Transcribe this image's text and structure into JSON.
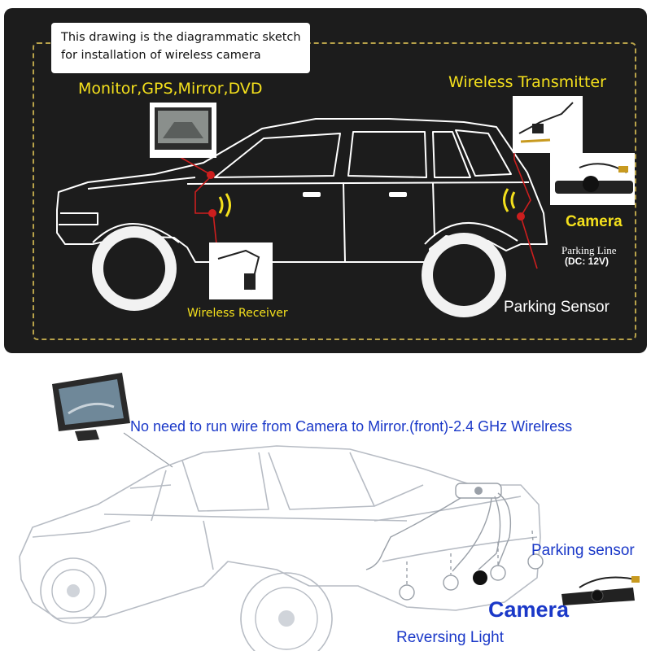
{
  "top_panel": {
    "note_lines": [
      "This drawing is the diagrammatic sketch",
      "for installation of wireless camera"
    ],
    "labels": {
      "monitor": "Monitor,GPS,Mirror,DVD",
      "transmitter": "Wireless Transmitter",
      "camera": "Camera",
      "parking_line": "Parking Line",
      "dc": "(DC:  12V)",
      "receiver": "Wireless Receiver",
      "parking_sensor": "Parking Sensor"
    }
  },
  "bottom_panel": {
    "labels": {
      "no_wire": "No need to run wire from Camera to Mirror.(front)-2.4 GHz Wirelress",
      "parking_sensor": "Parking sensor",
      "camera": "Camera",
      "reversing_light": "Reversing Light"
    }
  },
  "colors": {
    "label_yellow": "#f4e01c",
    "label_blue": "#1a38c8",
    "dot_red": "#cc1e1e",
    "panel_bg": "#1c1c1c"
  }
}
